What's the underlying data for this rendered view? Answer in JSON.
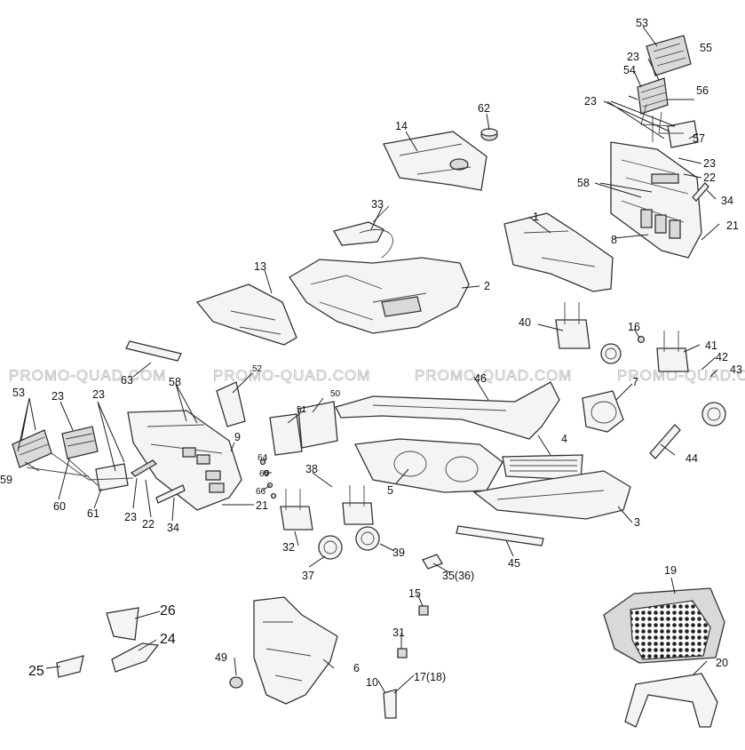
{
  "watermark": {
    "text": "PROMO-QUAD.COM",
    "color": "#b9b9b9"
  },
  "callouts": [
    {
      "id": "p53a",
      "text": "53"
    },
    {
      "id": "p55",
      "text": "55"
    },
    {
      "id": "p23a",
      "text": "23"
    },
    {
      "id": "p54a",
      "text": "54"
    },
    {
      "id": "p56",
      "text": "56"
    },
    {
      "id": "p23b",
      "text": "23"
    },
    {
      "id": "p57",
      "text": "57"
    },
    {
      "id": "p23c",
      "text": "23"
    },
    {
      "id": "p22a",
      "text": "22"
    },
    {
      "id": "p62",
      "text": "62"
    },
    {
      "id": "p14",
      "text": "14"
    },
    {
      "id": "p58a",
      "text": "58"
    },
    {
      "id": "p34a",
      "text": "34"
    },
    {
      "id": "p1",
      "text": "1"
    },
    {
      "id": "p21a",
      "text": "21"
    },
    {
      "id": "p8",
      "text": "8"
    },
    {
      "id": "p33",
      "text": "33"
    },
    {
      "id": "p13",
      "text": "13"
    },
    {
      "id": "p2",
      "text": "2"
    },
    {
      "id": "p40",
      "text": "40"
    },
    {
      "id": "p16",
      "text": "16"
    },
    {
      "id": "p41",
      "text": "41"
    },
    {
      "id": "p42",
      "text": "42"
    },
    {
      "id": "p43",
      "text": "43"
    },
    {
      "id": "p63",
      "text": "63"
    },
    {
      "id": "p52",
      "text": "52"
    },
    {
      "id": "p50",
      "text": "50"
    },
    {
      "id": "p51",
      "text": "51"
    },
    {
      "id": "p46",
      "text": "46"
    },
    {
      "id": "p7",
      "text": "7"
    },
    {
      "id": "p53b",
      "text": "53"
    },
    {
      "id": "p23d",
      "text": "23"
    },
    {
      "id": "p23e",
      "text": "23"
    },
    {
      "id": "p58b",
      "text": "58"
    },
    {
      "id": "p9",
      "text": "9"
    },
    {
      "id": "p59",
      "text": "59"
    },
    {
      "id": "p60",
      "text": "60"
    },
    {
      "id": "p61",
      "text": "61"
    },
    {
      "id": "p23f",
      "text": "23"
    },
    {
      "id": "p22b",
      "text": "22"
    },
    {
      "id": "p34b",
      "text": "34"
    },
    {
      "id": "p21b",
      "text": "21"
    },
    {
      "id": "p64",
      "text": "64"
    },
    {
      "id": "p65",
      "text": "65"
    },
    {
      "id": "p66",
      "text": "66"
    },
    {
      "id": "p38",
      "text": "38"
    },
    {
      "id": "p4",
      "text": "4"
    },
    {
      "id": "p5",
      "text": "5"
    },
    {
      "id": "p44",
      "text": "44"
    },
    {
      "id": "p3",
      "text": "3"
    },
    {
      "id": "p32",
      "text": "32"
    },
    {
      "id": "p37",
      "text": "37"
    },
    {
      "id": "p39",
      "text": "39"
    },
    {
      "id": "p35",
      "text": "35(36)"
    },
    {
      "id": "p45",
      "text": "45"
    },
    {
      "id": "p19",
      "text": "19"
    },
    {
      "id": "p26",
      "text": "26"
    },
    {
      "id": "p24",
      "text": "24"
    },
    {
      "id": "p25",
      "text": "25"
    },
    {
      "id": "p15",
      "text": "15"
    },
    {
      "id": "p31",
      "text": "31"
    },
    {
      "id": "p49",
      "text": "49"
    },
    {
      "id": "p6",
      "text": "6"
    },
    {
      "id": "p10",
      "text": "10"
    },
    {
      "id": "p17",
      "text": "17(18)"
    },
    {
      "id": "p20",
      "text": "20"
    }
  ]
}
